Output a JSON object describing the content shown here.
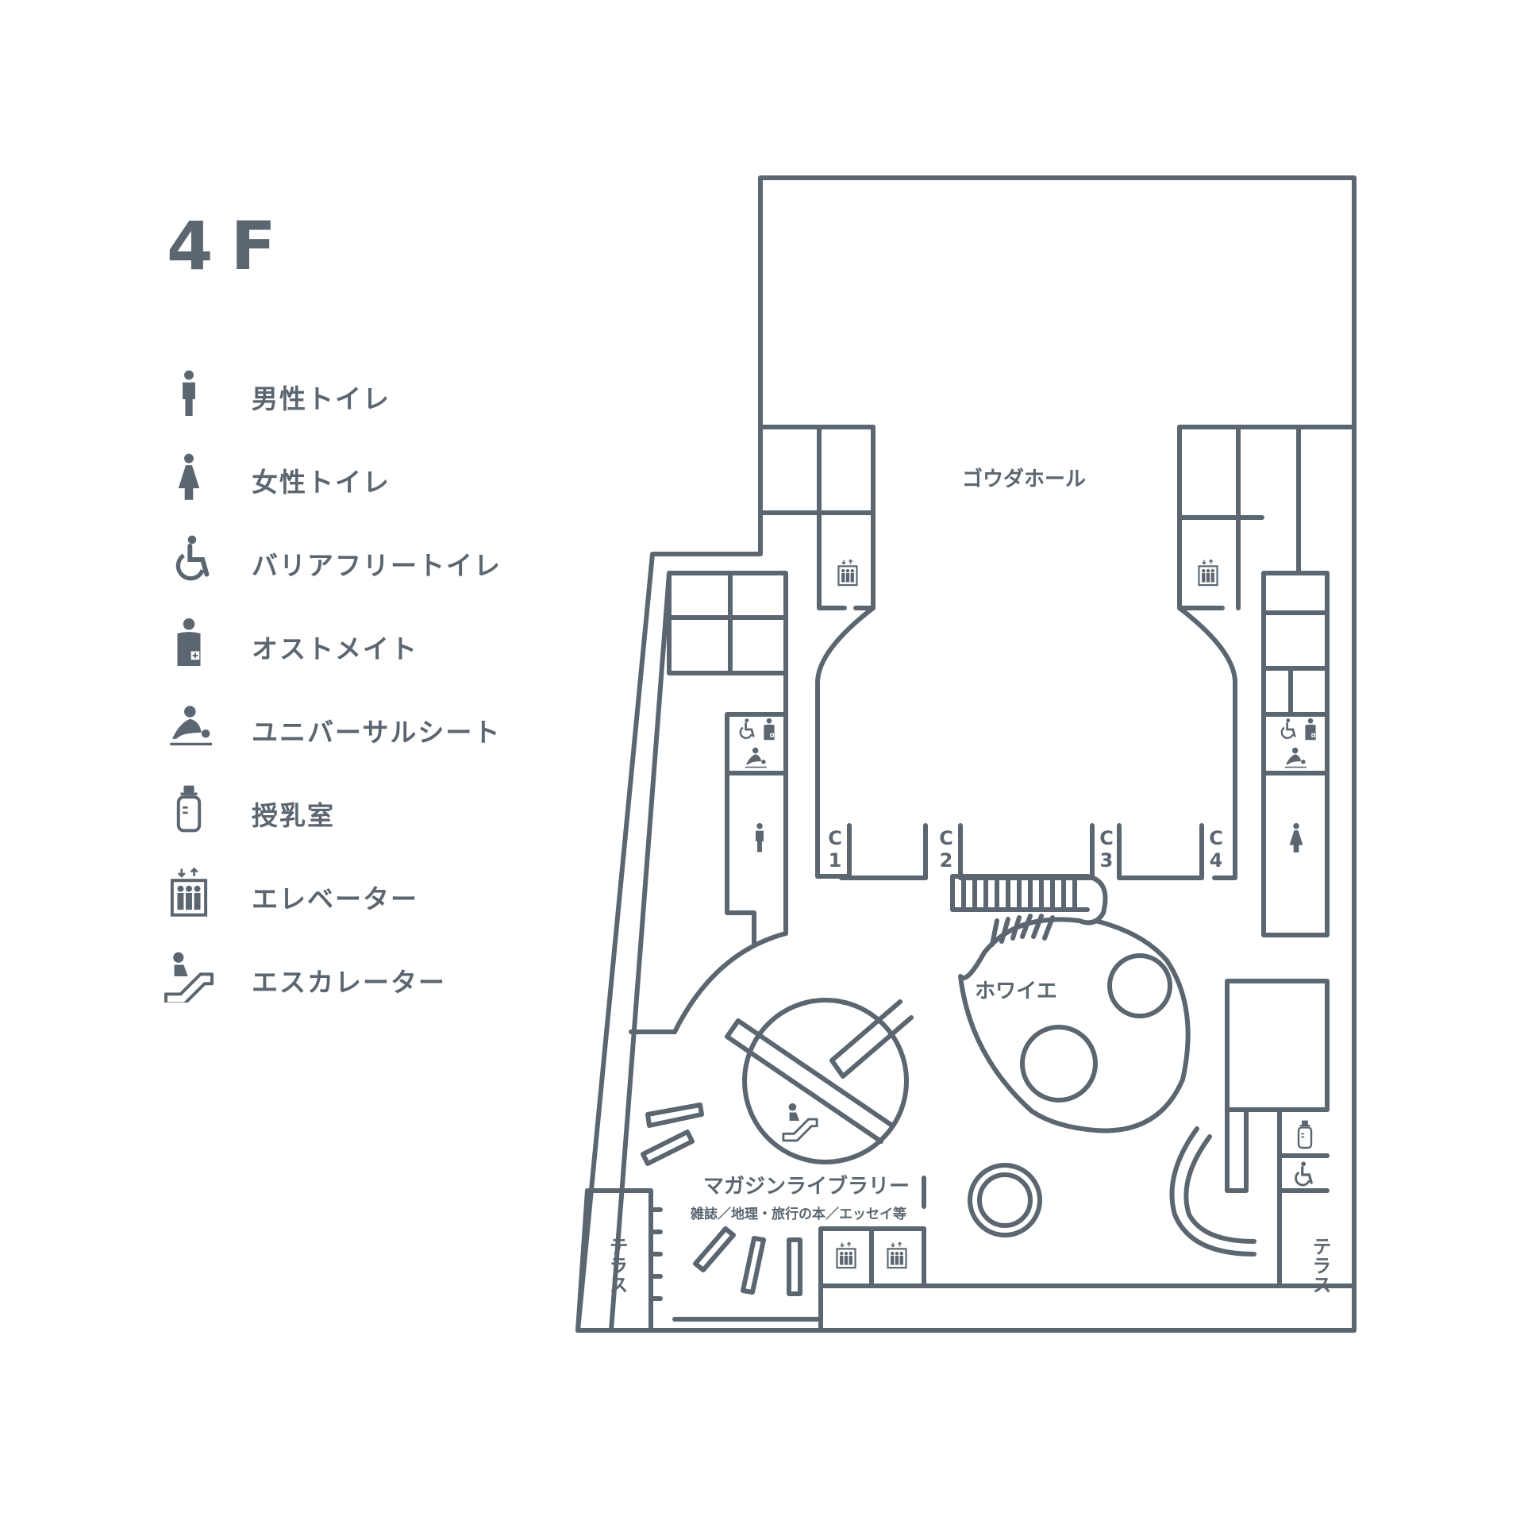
{
  "floor": "4F",
  "legend": [
    {
      "icon": "male-toilet-icon",
      "label": "男性トイレ"
    },
    {
      "icon": "female-toilet-icon",
      "label": "女性トイレ"
    },
    {
      "icon": "barrier-free-toilet-icon",
      "label": "バリアフリートイレ"
    },
    {
      "icon": "ostomate-icon",
      "label": "オストメイト"
    },
    {
      "icon": "universal-seat-icon",
      "label": "ユニバーサルシート"
    },
    {
      "icon": "nursing-room-icon",
      "label": "授乳室"
    },
    {
      "icon": "elevator-icon",
      "label": "エレベーター"
    },
    {
      "icon": "escalator-icon",
      "label": "エスカレーター"
    }
  ],
  "rooms": {
    "godo_hall": "ゴウダホール",
    "foyer": "ホワイエ",
    "magazine_library": "マガジンライブラリー",
    "magazine_library_sub": "雑誌／地理・旅行の本／エッセイ等",
    "terrace_left": "テラス",
    "terrace_right": "テラス"
  },
  "doors": {
    "c1": [
      "C",
      "1"
    ],
    "c2": [
      "C",
      "2"
    ],
    "c3": [
      "C",
      "3"
    ],
    "c4": [
      "C",
      "4"
    ]
  },
  "colors": {
    "line": "#5b6670",
    "background": "#ffffff"
  }
}
